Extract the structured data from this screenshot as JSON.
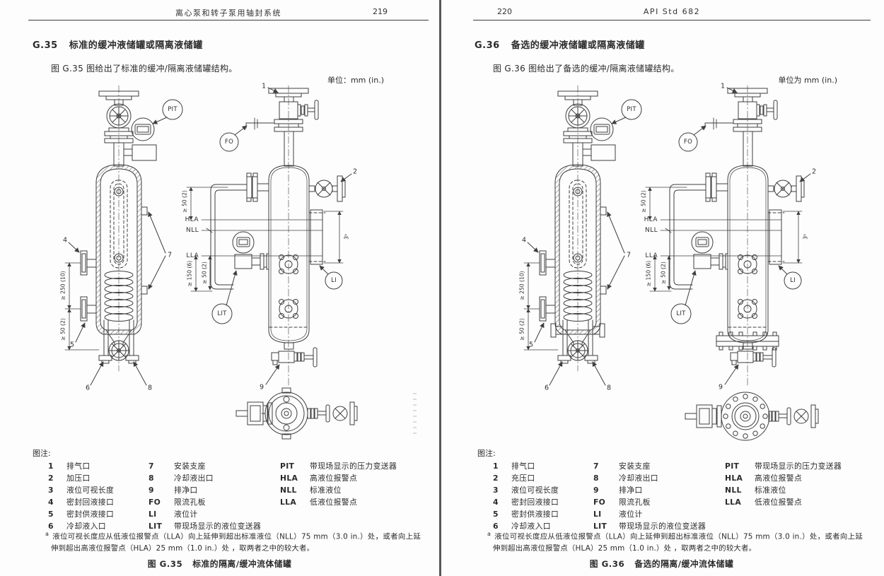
{
  "scan": {
    "divider_color": "#585858",
    "line_color": "#3f3f3f"
  },
  "pages": {
    "left": {
      "header": {
        "title": "离心泵和转子泵用轴封系统",
        "page_number": "219"
      },
      "section": {
        "number": "G.35",
        "title": "标准的缓冲液储罐或隔离液储罐"
      },
      "intro": "图 G.35 图给出了标准的缓冲/隔离液储罐结构。",
      "units_note": "单位：mm (in.)",
      "diagram": {
        "callouts": {
          "c1": "1",
          "c2": "2",
          "c4": "4",
          "c5": "5",
          "c6": "6",
          "c7": "7",
          "c8": "8",
          "c9": "9"
        },
        "instruments": {
          "pit": "PIT",
          "fo": "FO",
          "lit": "LIT",
          "li": "LI"
        },
        "levels": {
          "hla": "HLA",
          "nll": "NLL",
          "lla": "LLA"
        },
        "dimensions": {
          "above_hla": "≥ 50 (2)",
          "below_lla_a": "≥ 150 (6)",
          "below_lla_b": "≥ 50 (2)",
          "coil_span": "≥ 250 (10)",
          "coil_lower": "≥ 50 (2)",
          "gauge_length": "3ᵃ"
        }
      },
      "legend": {
        "label": "图注:",
        "items_col1": [
          {
            "key": "1",
            "label": "排气口"
          },
          {
            "key": "2",
            "label": "加压口"
          },
          {
            "key": "3",
            "label": "液位可视长度"
          },
          {
            "key": "4",
            "label": "密封回液接口"
          },
          {
            "key": "5",
            "label": "密封供液接口"
          },
          {
            "key": "6",
            "label": "冷却液入口"
          }
        ],
        "items_col2": [
          {
            "key": "7",
            "label": "安装支座"
          },
          {
            "key": "8",
            "label": "冷却液出口"
          },
          {
            "key": "9",
            "label": "排净口"
          },
          {
            "key": "FO",
            "label": "限流孔板"
          },
          {
            "key": "LI",
            "label": "液位计"
          },
          {
            "key": "LIT",
            "label": "带现场显示的液位变送器"
          }
        ],
        "items_col3": [
          {
            "key": "PIT",
            "label": "带现场显示的压力变送器"
          },
          {
            "key": "HLA",
            "label": "高液位报警点"
          },
          {
            "key": "NLL",
            "label": "标准液位"
          },
          {
            "key": "LLA",
            "label": "低液位报警点"
          }
        ]
      },
      "footnote": {
        "marker": "a",
        "text": "液位可视长度应从低液位报警点（LLA）向上延伸到超出标准液位（NLL）75 mm（3.0 in.）处，或者向上延伸到超出高液位报警点（HLA）25 mm（1.0 in.）处 ，取两者之中的较大者。"
      },
      "caption": {
        "prefix": "图 G.35",
        "title": "标准的隔离/缓冲流体储罐"
      }
    },
    "right": {
      "header": {
        "title": "API Std 682",
        "page_number": "220"
      },
      "section": {
        "number": "G.36",
        "title": "备选的缓冲液储罐或隔离液储罐"
      },
      "intro": "图 G.36 图给出了备选的缓冲/隔离液储罐结构。",
      "units_note": "单位为 mm (in.)",
      "diagram": {
        "callouts": {
          "c1": "1",
          "c2": "2",
          "c4": "4",
          "c5": "5",
          "c6": "6",
          "c7": "7",
          "c8": "8",
          "c9": "9"
        },
        "instruments": {
          "pit": "PIT",
          "fo": "FO",
          "lit": "LIT",
          "li": "LI"
        },
        "levels": {
          "hla": "HLA",
          "nll": "NLL",
          "lla": "LLA"
        },
        "dimensions": {
          "above_hla": "≥ 50 (2)",
          "below_lla_a": "≥ 150 (6)",
          "below_lla_b": "≥ 50 (2)",
          "coil_span": "≥ 250 (10)",
          "coil_lower": "≥ 50 (2)",
          "gauge_length": "3ᵃ"
        }
      },
      "legend": {
        "label": "图注:",
        "items_col1": [
          {
            "key": "1",
            "label": "排气口"
          },
          {
            "key": "2",
            "label": "充压口"
          },
          {
            "key": "3",
            "label": "液位可视长度"
          },
          {
            "key": "4",
            "label": "密封回液接口"
          },
          {
            "key": "5",
            "label": "密封供液接口"
          },
          {
            "key": "6",
            "label": "冷却液入口"
          }
        ],
        "items_col2": [
          {
            "key": "7",
            "label": "安装支座"
          },
          {
            "key": "8",
            "label": "冷却液出口"
          },
          {
            "key": "9",
            "label": "排净口"
          },
          {
            "key": "FO",
            "label": "限流孔板"
          },
          {
            "key": "LI",
            "label": "液位计"
          },
          {
            "key": "LIT",
            "label": "带现场显示的液位变送器"
          }
        ],
        "items_col3": [
          {
            "key": "PIT",
            "label": "带现场显示的压力变送器"
          },
          {
            "key": "HLA",
            "label": "高液位报警点"
          },
          {
            "key": "NLL",
            "label": "标准液位"
          },
          {
            "key": "LLA",
            "label": "低液位报警点"
          }
        ]
      },
      "footnote": {
        "marker": "a",
        "text": "液位可视长度应从低液位报警点（LLA）向上延伸到超出标准液位（NLL）75 mm（3.0 in.）处，或者向上延伸到超出高液位报警点（HLA）25 mm（1.0 in.）处 ，取两者之中的较大者。"
      },
      "caption": {
        "prefix": "图 G.36",
        "title": "备选的隔离/缓冲流体储罐"
      }
    }
  }
}
